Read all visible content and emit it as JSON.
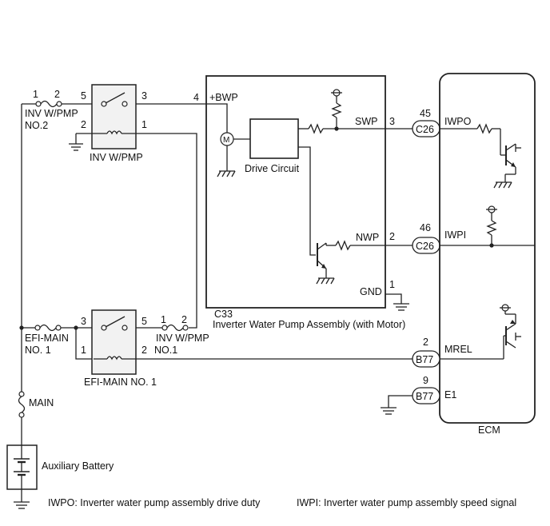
{
  "components": {
    "fuse_inv_wpmp_no2": {
      "label_line1": "INV W/PMP",
      "label_line2": "NO.2",
      "pin_a": "1",
      "pin_b": "2"
    },
    "relay_inv_wpmp": {
      "label": "INV W/PMP",
      "pin_5": "5",
      "pin_3": "3",
      "pin_2": "2",
      "pin_1": "1"
    },
    "pump_assembly": {
      "connector": "C33",
      "name": "Inverter Water Pump Assembly (with Motor)",
      "bwp_pin": "4",
      "bwp_label": "+BWP",
      "motor_symbol": "M",
      "drive_circuit": "Drive Circuit",
      "swp_label": "SWP",
      "swp_pin": "3",
      "nwp_label": "NWP",
      "nwp_pin": "2",
      "gnd_label": "GND",
      "gnd_pin": "1"
    },
    "fuse_efi_main_no1": {
      "label_line1": "EFI-MAIN",
      "label_line2": "NO. 1"
    },
    "relay_efi_main_no1": {
      "label": "EFI-MAIN NO. 1",
      "pin_3": "3",
      "pin_5": "5",
      "pin_1": "1",
      "pin_2": "2"
    },
    "fuse_inv_wpmp_no1": {
      "label_line1": "INV W/PMP",
      "label_line2": "NO.1",
      "pin_a": "1",
      "pin_b": "2"
    },
    "fuse_main": {
      "label": "MAIN"
    },
    "battery": {
      "label": "Auxiliary Battery"
    },
    "ecm": {
      "label": "ECM",
      "iwpo": {
        "pin": "45",
        "connector": "C26",
        "signal": "IWPO"
      },
      "iwpi": {
        "pin": "46",
        "connector": "C26",
        "signal": "IWPI"
      },
      "mrel": {
        "pin": "2",
        "connector": "B77",
        "signal": "MREL"
      },
      "e1": {
        "pin": "9",
        "connector": "B77",
        "signal": "E1"
      }
    }
  },
  "legend": {
    "iwpo": "IWPO: Inverter water pump assembly drive duty",
    "iwpi": "IWPI: Inverter water pump assembly speed signal"
  }
}
